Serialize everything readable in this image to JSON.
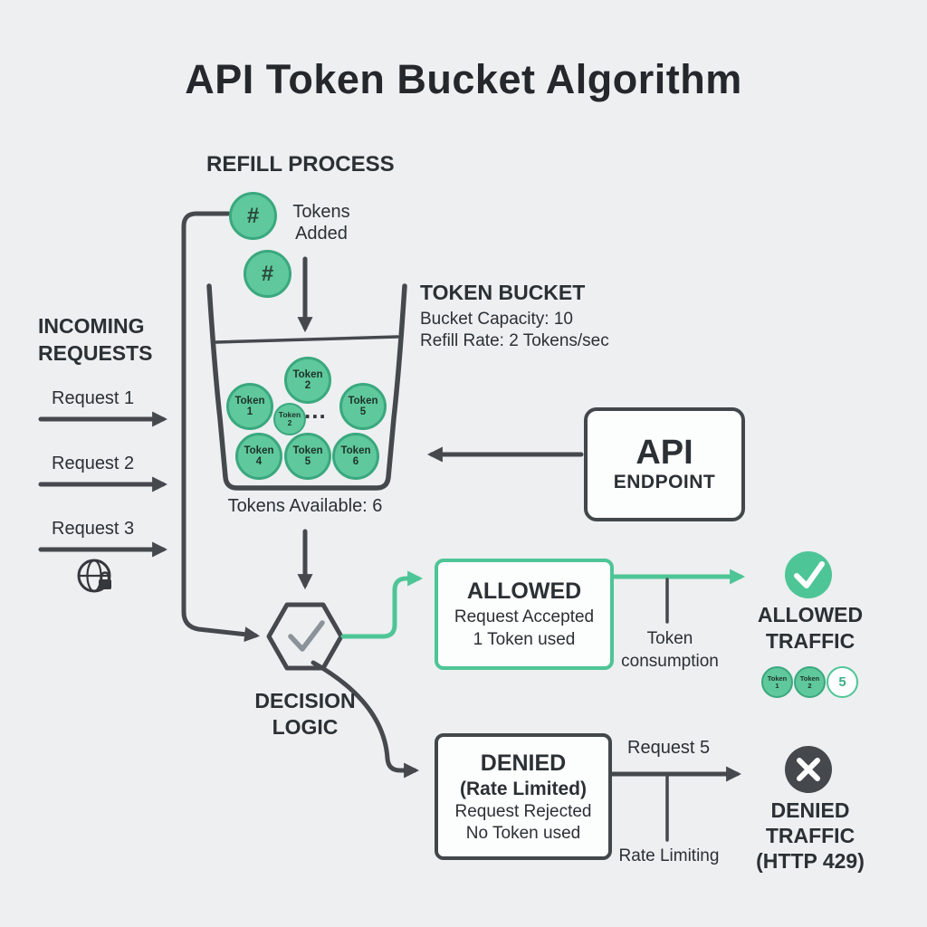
{
  "title": "API Token Bucket Algorithm",
  "colors": {
    "green": "#4ec596",
    "dark": "#45494e",
    "bg": "#edeff1"
  },
  "refill": {
    "heading": "REFILL PROCESS",
    "token_symbol": "#",
    "tokens_added_line1": "Tokens",
    "tokens_added_line2": "Added"
  },
  "bucket_info": {
    "heading": "TOKEN BUCKET",
    "capacity": "Bucket Capacity: 10",
    "refill_rate": "Refill Rate: 2 Tokens/sec",
    "available": "Tokens Available: 6"
  },
  "bucket_tokens": {
    "t_top": {
      "line1": "Token",
      "line2": "2"
    },
    "t_mid_left": {
      "line1": "Token",
      "line2": "1"
    },
    "t_mid_small": {
      "line1": "Token",
      "line2": "2"
    },
    "dots": "...",
    "t_mid_right": {
      "line1": "Token",
      "line2": "5"
    },
    "t_bot_left": {
      "line1": "Token",
      "line2": "4"
    },
    "t_bot_mid": {
      "line1": "Token",
      "line2": "5"
    },
    "t_bot_right": {
      "line1": "Token",
      "line2": "6"
    }
  },
  "incoming": {
    "heading_line1": "INCOMING",
    "heading_line2": "REQUESTS",
    "requests": [
      "Request 1",
      "Request 2",
      "Request 3"
    ]
  },
  "api_endpoint": {
    "line1": "API",
    "line2": "ENDPOINT"
  },
  "decision": {
    "line1": "DECISION",
    "line2": "LOGIC"
  },
  "allowed": {
    "title": "ALLOWED",
    "line1": "Request Accepted",
    "line2": "1 Token used",
    "consumption_line1": "Token",
    "consumption_line2": "consumption",
    "traffic_line1": "ALLOWED",
    "traffic_line2": "TRAFFIC",
    "mini_tokens": [
      {
        "line1": "Token",
        "line2": "1"
      },
      {
        "line1": "Token",
        "line2": "2"
      },
      {
        "line1": "5"
      }
    ]
  },
  "denied": {
    "title": "DENIED",
    "subtitle": "(Rate Limited)",
    "line1": "Request Rejected",
    "line2": "No Token used",
    "request_label": "Request 5",
    "rate_limit_label": "Rate Limiting",
    "traffic_line1": "DENIED",
    "traffic_line2": "TRAFFIC",
    "traffic_line3": "(HTTP 429)"
  }
}
